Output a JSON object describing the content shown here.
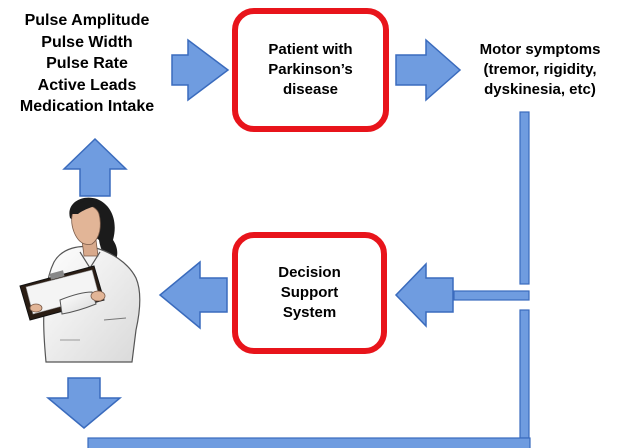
{
  "parameters": [
    "Pulse Amplitude",
    "Pulse Width",
    "Pulse Rate",
    "Active Leads",
    "Medication Intake"
  ],
  "patient_box": {
    "lines": [
      "Patient with",
      "Parkinson’s",
      "disease"
    ]
  },
  "symptoms": {
    "lines": [
      "Motor symptoms",
      "(tremor, rigidity,",
      "dyskinesia, etc)"
    ]
  },
  "decision_box": {
    "lines": [
      "Decision",
      "Support",
      "System"
    ]
  },
  "colors": {
    "arrow_fill": "#6f9ce0",
    "arrow_stroke": "#3a6bbd",
    "box_border": "#e8141b"
  },
  "clinician": {
    "icon": "doctor-with-clipboard-icon"
  }
}
